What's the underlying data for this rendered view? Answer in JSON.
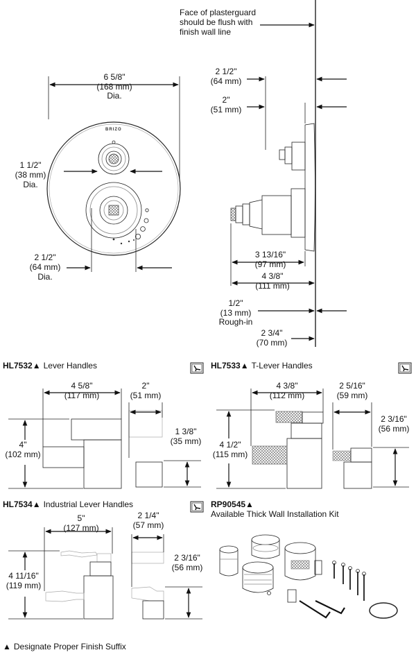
{
  "plaster_note": [
    "Face of plasterguard",
    "should be flush with",
    "finish wall line"
  ],
  "trim": {
    "brand": "BRIZO",
    "diameter": [
      "6 5/8\"",
      "(168 mm)",
      "Dia."
    ],
    "small_knob": [
      "1 1/2\"",
      "(38 mm)",
      "Dia."
    ],
    "large_knob": [
      "2 1/2\"",
      "(64 mm)",
      "Dia."
    ]
  },
  "side": {
    "dim_a": [
      "2 1/2\"",
      "(64 mm)"
    ],
    "dim_b": [
      "2\"",
      "(51 mm)"
    ],
    "dim_c": [
      "3 13/16\"",
      "(97 mm)"
    ],
    "dim_d": [
      "4 3/8\"",
      "(111 mm)"
    ],
    "dim_e": [
      "1/2\"",
      "(13 mm)",
      "Rough-in"
    ],
    "dim_f": [
      "2 3/4\"",
      "(70 mm)"
    ]
  },
  "hl7532": {
    "code": "HL7532",
    "name": "Lever Handles",
    "w": [
      "4 5/8\"",
      "(117 mm)"
    ],
    "h": [
      "4\"",
      "(102 mm)"
    ],
    "depth": [
      "2\"",
      "(51 mm)"
    ],
    "depth_h": [
      "1 3/8\"",
      "(35 mm)"
    ]
  },
  "hl7533": {
    "code": "HL7533",
    "name": "T-Lever Handles",
    "w": [
      "4 3/8\"",
      "(112 mm)"
    ],
    "h": [
      "4 1/2\"",
      "(115 mm)"
    ],
    "depth": [
      "2 5/16\"",
      "(59 mm)"
    ],
    "depth_h": [
      "2 3/16\"",
      "(56 mm)"
    ]
  },
  "hl7534": {
    "code": "HL7534",
    "name": "Industrial Lever Handles",
    "w": [
      "5\"",
      "(127 mm)"
    ],
    "h": [
      "4 11/16\"",
      "(119 mm)"
    ],
    "depth": [
      "2 1/4\"",
      "(57 mm)"
    ],
    "depth_h": [
      "2 3/16\"",
      "(56 mm)"
    ]
  },
  "rp90545": {
    "code": "RP90545",
    "desc": "Available Thick Wall Installation Kit"
  },
  "footer": "Designate Proper Finish Suffix",
  "triangle": "▲"
}
